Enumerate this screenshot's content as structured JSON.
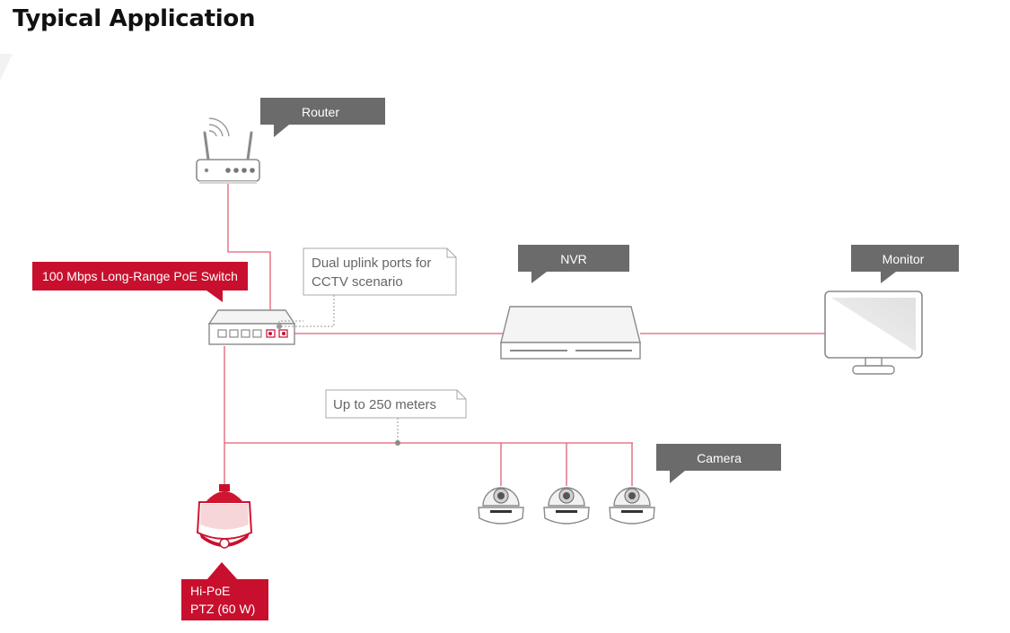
{
  "title": "Typical Application",
  "labels": {
    "router": "Router",
    "switch": "100 Mbps Long-Range PoE Switch",
    "uplink_line1": "Dual uplink ports for",
    "uplink_line2": "CCTV scenario",
    "nvr": "NVR",
    "monitor": "Monitor",
    "distance": "Up to 250 meters",
    "camera": "Camera",
    "ptz_line1": "Hi-PoE",
    "ptz_line2": "PTZ (60 W)"
  },
  "colors": {
    "accent_red": "#c8102e",
    "callout_gray": "#6b6b6b",
    "device_outline": "#8a8a8a",
    "line_red": "#e06070"
  }
}
